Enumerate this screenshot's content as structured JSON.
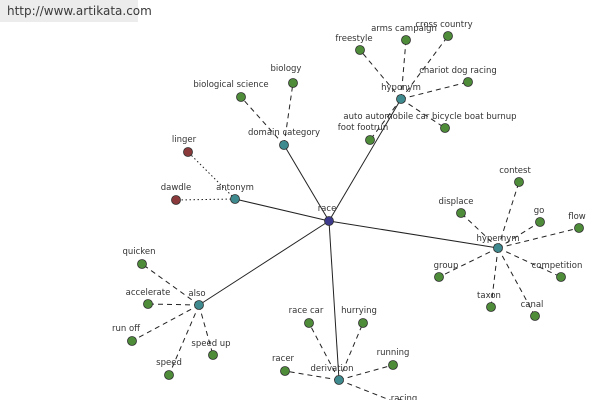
{
  "header": {
    "url_text": "http://www.artikata.com"
  },
  "graph": {
    "center": "race",
    "groups": [
      "domain category",
      "antonym",
      "hyponym",
      "hypernym",
      "also",
      "derivation"
    ],
    "terms": {
      "domain_category": [
        "biological science",
        "biology"
      ],
      "antonym": [
        "linger",
        "dawdle"
      ],
      "hyponym": [
        "freestyle",
        "arms campaign",
        "cross country",
        "chariot dog racing",
        "auto automobile car bicycle boat burnup",
        "foot footrun"
      ],
      "hypernym": [
        "contest",
        "displace",
        "go",
        "flow",
        "group",
        "competition",
        "taxon",
        "canal"
      ],
      "also": [
        "quicken",
        "accelerate",
        "run off",
        "speed",
        "speed up"
      ],
      "derivation": [
        "race car",
        "hurrying",
        "running",
        "racer",
        "racing"
      ]
    },
    "colors": {
      "center_node": "#3d3a8c",
      "group_node": "#3f8a8e",
      "term_node": "#4e8c3a",
      "antonym_term_node": "#8a3a3a",
      "edge": "#222222"
    }
  }
}
